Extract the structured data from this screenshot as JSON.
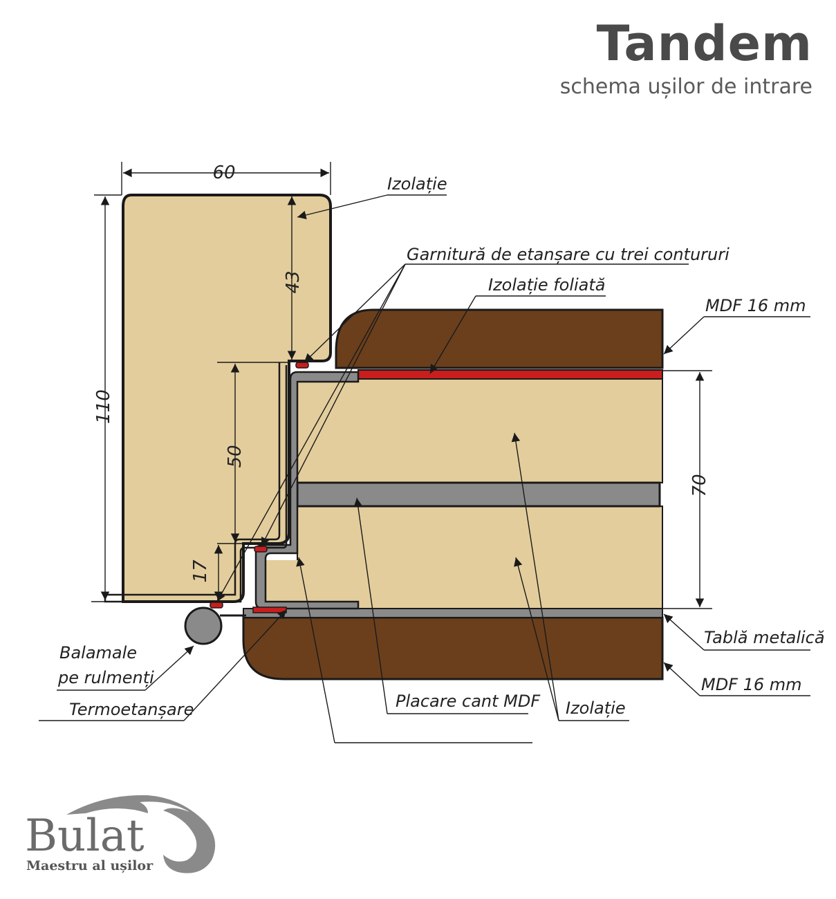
{
  "header": {
    "title": "Tandem",
    "subtitle": "schema ușilor de intrare"
  },
  "dimensions": {
    "frame_width": "60",
    "frame_height": "110",
    "upper_depth": "43",
    "rebate_depth": "50",
    "lower_step": "17",
    "leaf_thickness": "70"
  },
  "labels": {
    "insulation_top": "Izolație",
    "triple_seal": "Garnitură de etanșare cu trei contururi",
    "foil_insulation": "Izolație foliată",
    "mdf_top": "MDF 16 mm",
    "metal_sheet": "Tablă metalică",
    "mdf_bottom": "MDF 16 mm",
    "insulation_bottom": "Izolație",
    "mdf_edge": "Placare cant MDF",
    "hinges_line1": "Balamale",
    "hinges_line2": "pe rulmenți",
    "thermo_seal": "Termoetanșare"
  },
  "logo": {
    "brand": "Bulat",
    "tagline": "Maestru al ușilor"
  },
  "colors": {
    "insulation_fill": "#e3cd9c",
    "mdf_fill": "#6b3f1c",
    "metal_gray": "#8a8a8a",
    "seal_red": "#c81e1e",
    "outline": "#1a1a1a"
  }
}
